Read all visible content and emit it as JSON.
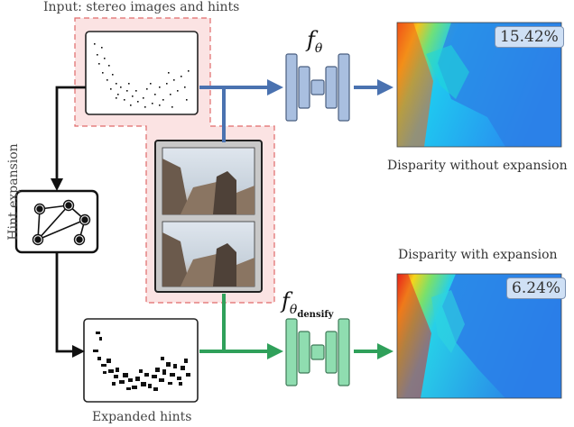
{
  "labels": {
    "input_title": "Input: stereo images and hints",
    "hint_expansion": "Hint expansion",
    "expanded_hints": "Expanded hints",
    "disparity_without": "Disparity without expansion",
    "disparity_with": "Disparity with expansion",
    "f_theta_base": "f",
    "f_theta_sub": "θ",
    "f_densify_base": "f",
    "f_densify_sub": "θ",
    "f_densify_subsub": "densify"
  },
  "metrics": {
    "error_without": "15.42%",
    "error_with": "6.24%"
  },
  "colors": {
    "blue_path": "#4a72b0",
    "green_path": "#2fa05a",
    "network_blue": "#a9bfe0",
    "network_green": "#8fddb0",
    "dashed_region": "#fbe3e3",
    "dashed_border": "#e06a6a"
  }
}
